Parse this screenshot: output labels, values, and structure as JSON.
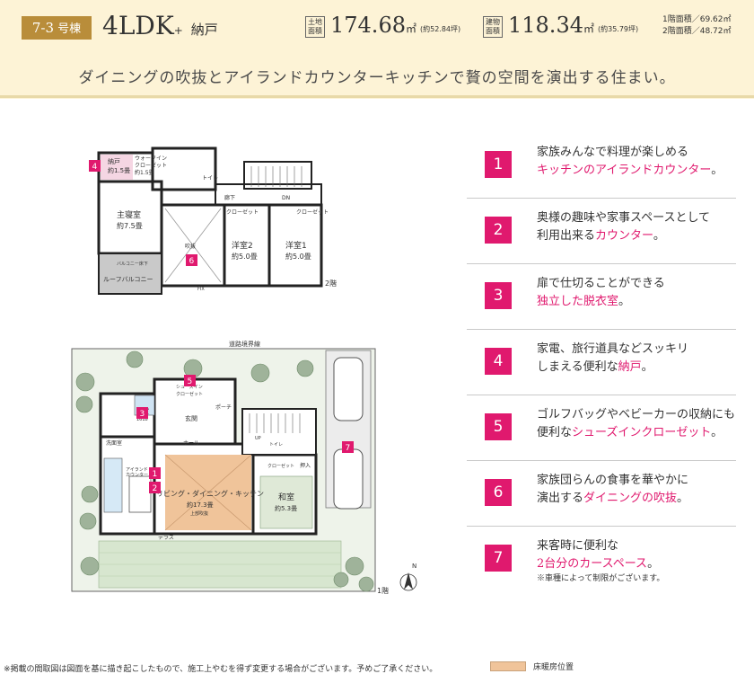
{
  "header": {
    "lot": "7-3",
    "lot_suffix": "号棟",
    "plan_type": "4LDK",
    "plan_plus": "+",
    "plan_extra": "納戸",
    "land_tag": "土地\n面積",
    "land_area": "174.68",
    "land_unit": "㎡",
    "land_tsubo": "(約52.84坪)",
    "building_tag": "建物\n面積",
    "building_area": "118.34",
    "building_unit": "㎡",
    "building_tsubo": "(約35.79坪)",
    "floor1_area": "1階面積／69.62㎡",
    "floor2_area": "2階面積／48.72㎡",
    "catch_copy": "ダイニングの吹抜とアイランドカウンターキッチンで贅の空間を演出する住まい。"
  },
  "floorplan2": {
    "label": "2階",
    "rooms": {
      "master": "主寝室",
      "master_size": "約7.5畳",
      "storage": "納戸",
      "storage_size": "約1.5畳",
      "walkin": "ウォークイン",
      "walkin2": "クローゼット",
      "walkin_size": "約1.5畳",
      "void": "吹抜",
      "west2": "洋室2",
      "west2_size": "約5.0畳",
      "west1": "洋室1",
      "west1_size": "約5.0畳",
      "closet": "クローゼット",
      "hall": "廊下",
      "balcony": "ルーフバルコニー",
      "balcony_note": "バルコニー床下",
      "toilet": "トイレ",
      "dn": "DN",
      "fix": "FIX"
    },
    "markers": [
      "4",
      "6"
    ]
  },
  "floorplan1": {
    "label": "1階",
    "road": "道路境界線",
    "rooms": {
      "ldk": "リビング・ダイニング・キッチン",
      "ldk_size": "約17.3畳",
      "ldk_note": "上部吹抜",
      "japanese": "和室",
      "japanese_size": "約5.3畳",
      "bath": "浴室",
      "bath_size": "1618",
      "wash": "洗面室",
      "entrance": "玄関",
      "hall": "ホール",
      "porch": "ポーチ",
      "shoes": "シューズイン",
      "shoes2": "クローゼット",
      "terrace": "テラス",
      "closet": "クローゼット",
      "oshiire": "押入",
      "island": "アイランド",
      "island2": "カウンター",
      "up": "UP",
      "toilet": "トイレ"
    },
    "markers": [
      "1",
      "2",
      "3",
      "5",
      "7"
    ],
    "north": "N"
  },
  "features": [
    {
      "num": "1",
      "line1": "家族みんなで料理が楽しめる",
      "line2_hl": "キッチンのアイランドカウンター",
      "line2_tail": "。"
    },
    {
      "num": "2",
      "line1": "奥様の趣味や家事スペースとして",
      "line2_pre": "利用出来る",
      "line2_hl": "カウンター",
      "line2_tail": "。"
    },
    {
      "num": "3",
      "line1": "扉で仕切ることができる",
      "line2_hl": "独立した脱衣室",
      "line2_tail": "。"
    },
    {
      "num": "4",
      "line1": "家電、旅行道具などスッキリ",
      "line2_pre": "しまえる便利な",
      "line2_hl": "納戸",
      "line2_tail": "。"
    },
    {
      "num": "5",
      "line1": "ゴルフバッグやベビーカーの収納にも",
      "line2_pre": "便利な",
      "line2_hl": "シューズインクローゼット",
      "line2_tail": "。"
    },
    {
      "num": "6",
      "line1": "家族団らんの食事を華やかに",
      "line2_pre": "演出する",
      "line2_hl": "ダイニングの吹抜",
      "line2_tail": "。"
    },
    {
      "num": "7",
      "line1": "来客時に便利な",
      "line2_hl": "2台分のカースペース",
      "line2_tail": "。",
      "note": "※車種によって制限がございます。"
    }
  ],
  "footer": {
    "note": "※掲載の間取図は図面を基に描き起こしたもので、施工上やむを得ず変更する場合がございます。予めご了承ください。",
    "legend": "床暖房位置"
  },
  "colors": {
    "accent": "#e0196e",
    "header_bg": "#fdf3d6",
    "badge": "#b98d3a",
    "floor_heating": "#f0c49a"
  }
}
